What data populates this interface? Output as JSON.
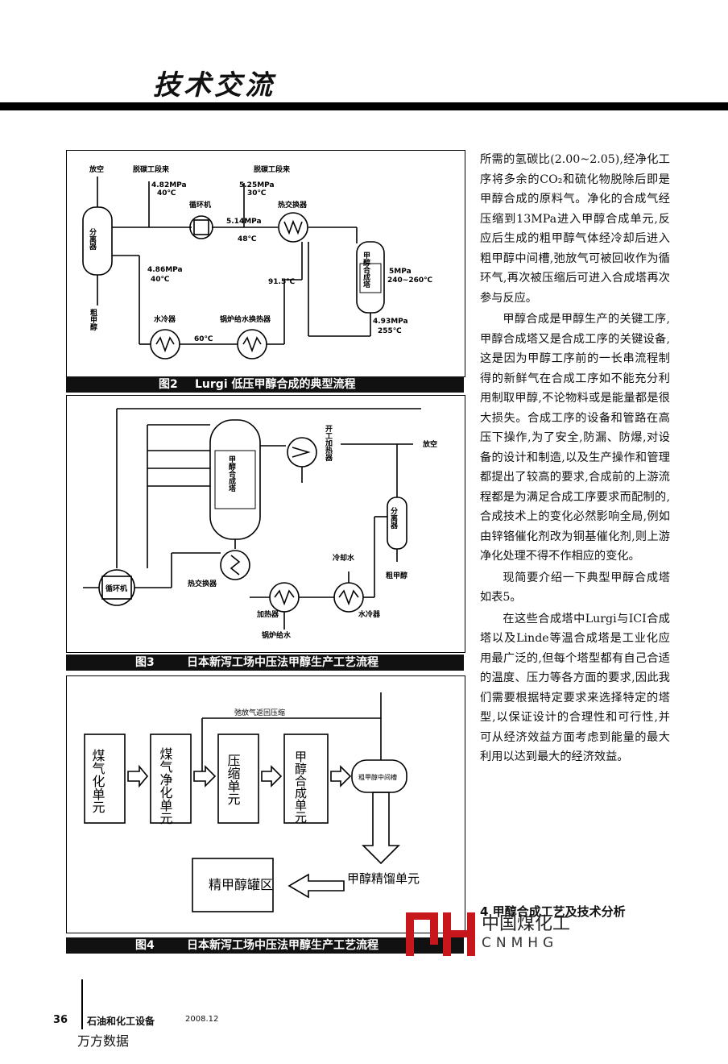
{
  "header": {
    "section_title": "技术交流"
  },
  "figure2": {
    "caption_num": "图2",
    "caption_text": "Lurgi 低压甲醇合成的典型流程",
    "labels": {
      "vent": "放空",
      "desulf1": "脱碳工段来",
      "desulf2": "脱碳工段来",
      "p1": "4.82MPa",
      "t1": "40℃",
      "p2": "5.25MPa",
      "t2": "30℃",
      "circulator": "循环机",
      "heat_exchanger": "热交换器",
      "p3": "5.14MPa",
      "t3": "48℃",
      "separator": "分离器",
      "p4": "4.86MPa",
      "t4": "40℃",
      "t5": "91.5℃",
      "reactor": "甲醇合成塔",
      "p5": "5MPa",
      "t6": "240~260℃",
      "p6": "4.93MPa",
      "t7": "255℃",
      "crude": "粗甲醇",
      "water_cooler": "水冷器",
      "t8": "60℃",
      "boiler_hx": "锅炉给水换热器"
    }
  },
  "figure3": {
    "caption_num": "图3",
    "caption_text": "日本新泻工场中压法甲醇生产工艺流程",
    "labels": {
      "startup_heater": "开工加热器",
      "vent": "放空",
      "reactor": "甲醇合成塔",
      "separator": "分离器",
      "cooling_water": "冷却水",
      "crude": "粗甲醇",
      "circulator": "循环机",
      "heat_exchanger": "热交换器",
      "heater": "加热器",
      "water_cooler": "水冷器",
      "boiler_feed": "锅炉给水"
    }
  },
  "figure4": {
    "caption_num": "图4",
    "caption_text": "日本新泻工场中压法甲醇生产工艺流程",
    "labels": {
      "recycle": "弛放气返回压缩",
      "coal_gasification": "煤气化单元",
      "gas_purification": "煤气净化单元",
      "compression": "压缩单元",
      "synthesis": "甲醇合成单元",
      "intermediate": "粗甲醇中间槽",
      "refined_tank": "精甲醇罐区",
      "distillation": "甲醇精馏单元"
    }
  },
  "body": {
    "p1": "所需的氢碳比(2.00~2.05),经净化工序将多余的CO₂和硫化物脱除后即是甲醇合成的原料气。净化的合成气经压缩到13MPa进入甲醇合成单元,反应后生成的粗甲醇气体经冷却后进入粗甲醇中间槽,弛放气可被回收作为循环气,再次被压缩后可进入合成塔再次参与反应。",
    "p2": "甲醇合成是甲醇生产的关键工序,甲醇合成塔又是合成工序的关键设备,这是因为甲醇工序前的一长串流程制得的新鲜气在合成工序如不能充分利用制取甲醇,不论物料或是能量都是很大损失。合成工序的设备和管路在高压下操作,为了安全,防漏、防爆,对设备的设计和制造,以及生产操作和管理都提出了较高的要求,合成前的上游流程都是为满足合成工序要求而配制的,合成技术上的变化必然影响全局,例如由锌铬催化剂改为铜基催化剂,则上游净化处理不得不作相应的变化。",
    "p3": "现简要介绍一下典型甲醇合成塔如表5。",
    "p4": "在这些合成塔中Lurgi与ICI合成塔以及Linde等温合成塔是工业化应用最广泛的,但每个塔型都有自己合适的温度、压力等各方面的要求,因此我们需要根据特定要求来选择特定的塔型,以保证设计的合理性和可行性,并可从经济效益方面考虑到能量的最大利用以达到最大的经济效益。",
    "section4": "4 甲醇合成工艺及技术分析"
  },
  "footer": {
    "page_number": "36",
    "journal": "石油和化工设备",
    "issue": "2008.12",
    "source": "万方数据"
  },
  "logo": {
    "cn": "中国煤化工",
    "en": "CNMHG",
    "color": "#c8161d"
  }
}
